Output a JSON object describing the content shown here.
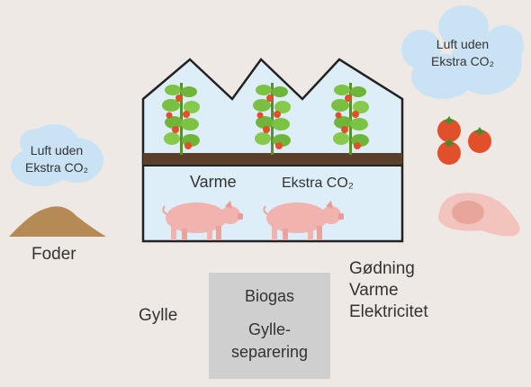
{
  "clouds": {
    "left": {
      "line1": "Luft uden",
      "line2": "Ekstra CO₂"
    },
    "right": {
      "line1": "Luft uden",
      "line2": "Ekstra CO₂"
    }
  },
  "greenhouse": {
    "varme": "Varme",
    "ekstra_co2": "Ekstra CO₂"
  },
  "labels": {
    "foder": "Foder",
    "gylle": "Gylle",
    "outputs": [
      "Gødning",
      "Varme",
      "Elektricitet"
    ]
  },
  "biogas_box": {
    "title": "Biogas",
    "line2": "Gylle-",
    "line3": "separering"
  },
  "colors": {
    "background": "#efe9e5",
    "sky": "#ddeef8",
    "cloud": "#c9e3f5",
    "soil": "#5a3f2a",
    "pig": "#f1b3ad",
    "tomato": "#e2502b",
    "box": "#cfcfcf"
  }
}
